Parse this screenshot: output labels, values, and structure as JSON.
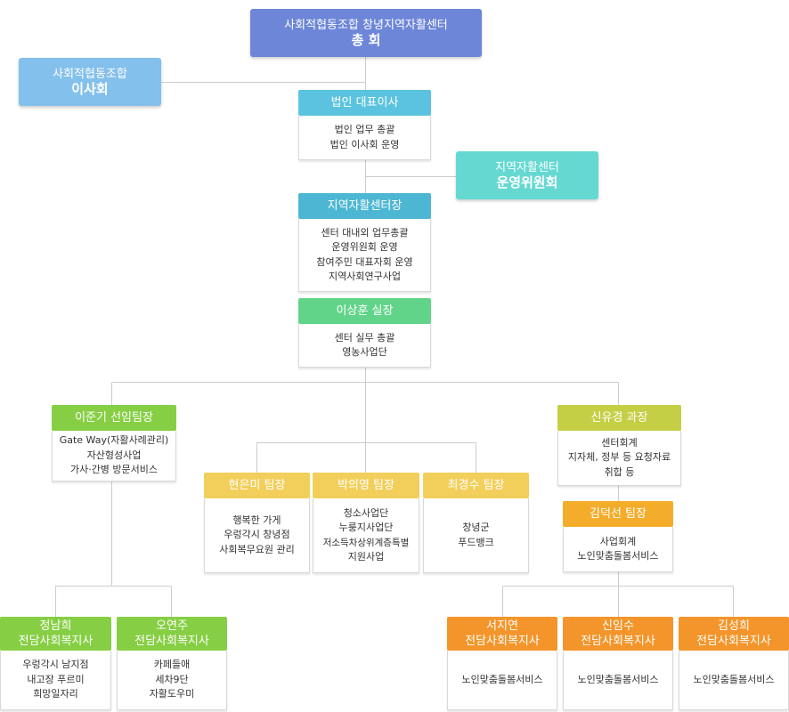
{
  "general_assembly": {
    "line1": "사회적협동조합 창녕지역자활센터",
    "line2": "총 회"
  },
  "board": {
    "line1": "사회적협동조합",
    "line2": "이사회"
  },
  "ceo": {
    "title": "법인 대표이사",
    "duties": [
      "법인 업무 총괄",
      "법인 이사회 운영"
    ]
  },
  "committee": {
    "line1": "지역자활센터",
    "line2": "운영위원회"
  },
  "director": {
    "title": "지역자활센터장",
    "duties": [
      "센터 대내외 업무총괄",
      "운영위원회 운영",
      "참여주민 대표자회 운영",
      "지역사회연구사업"
    ]
  },
  "chief": {
    "title": "이상훈 실장",
    "duties": [
      "센터 실무 총괄",
      "영농사업단"
    ]
  },
  "senior_leader": {
    "title": "이준기 선임팀장",
    "duties": [
      "Gate Way(자활사례관리)",
      "자산형성사업",
      "가사·간병 방문서비스"
    ]
  },
  "manager": {
    "title": "신유경 과장",
    "duties": [
      "센터회계",
      "지자체, 정부 등 요청자료",
      "취합 등"
    ]
  },
  "team1": {
    "title": "현은미 팀장",
    "duties": [
      "행복한 가게",
      "우렁각시 창녕점",
      "사회복무요원 관리"
    ]
  },
  "team2": {
    "title": "박의영 팀장",
    "duties": [
      "청소사업단",
      "누룽지사업단",
      "저소득차상위계층특별",
      "지원사업"
    ]
  },
  "team3": {
    "title": "최경수 팀장",
    "duties": [
      "창녕군",
      "푸드뱅크"
    ]
  },
  "team4": {
    "title": "김덕선 팀장",
    "duties": [
      "사업회계",
      "노인맞춤돌봄서비스"
    ]
  },
  "worker1": {
    "line1": "정남희",
    "line2": "전담사회복지사",
    "duties": [
      "우렁각시 남지점",
      "내고장 푸르미",
      "희망일자리"
    ]
  },
  "worker2": {
    "line1": "오연주",
    "line2": "전담사회복지사",
    "duties": [
      "카페들애",
      "세차9단",
      "자활도우미"
    ]
  },
  "worker3": {
    "line1": "서지연",
    "line2": "전담사회복지사",
    "duties": [
      "노인맞춤돌봄서비스"
    ]
  },
  "worker4": {
    "line1": "신임수",
    "line2": "전담사회복지사",
    "duties": [
      "노인맞춤돌봄서비스"
    ]
  },
  "worker5": {
    "line1": "김성희",
    "line2": "전담사회복지사",
    "duties": [
      "노인맞춤돌봄서비스"
    ]
  },
  "colors": {
    "assembly": "#6d86d8",
    "board": "#84c0ec",
    "ceo": "#5bc3df",
    "committee": "#66d8d2",
    "director": "#4db7d3",
    "chief": "#62d48a",
    "green_leaf": "#86cf44",
    "yellow_green": "#c5cf45",
    "yellow": "#f2cf5b",
    "orange_yellow": "#f3ad2b",
    "orange": "#f3952a",
    "connector": "#cccccc"
  }
}
